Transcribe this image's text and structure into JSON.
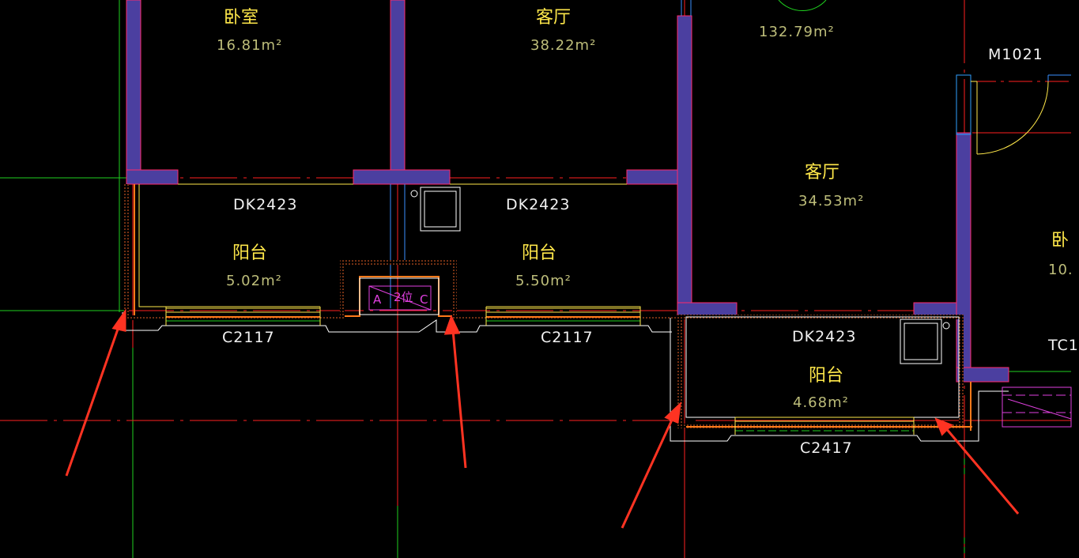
{
  "rooms": {
    "bedroom": {
      "name": "卧室",
      "area": "16.81m²"
    },
    "living_top": {
      "name": "客厅",
      "area": "38.22m²"
    },
    "hall_area_top": {
      "area": "132.79m²"
    },
    "living_right": {
      "name": "客厅",
      "area": "34.53m²"
    },
    "balcony_left": {
      "name": "阳台",
      "area": "5.02m²",
      "code": "DK2423"
    },
    "balcony_mid": {
      "name": "阳台",
      "area": "5.50m²",
      "code": "DK2423"
    },
    "balcony_right": {
      "name": "阳台",
      "area": "4.68m²",
      "code": "DK2423"
    },
    "bedroom_edge": {
      "name": "卧",
      "area": "10."
    }
  },
  "openings": {
    "door": "M1021",
    "window_left": "C2117",
    "window_mid": "C2117",
    "window_right": "C2417",
    "tc_edge": "TC1"
  },
  "ac_unit": {
    "left": "A",
    "center": "2位",
    "right": "C"
  },
  "colors": {
    "background": "#000000",
    "wall_fill": "#4b3fa0",
    "wall_edge": "#ff2a6a",
    "axis_line": "#ff2020",
    "grid_green": "#1fd01f",
    "window_yellow": "#ffe84a",
    "outline_white": "#ffffff",
    "annotation_arrow": "#ff3322",
    "magenta": "#e040e0",
    "orange": "#ff7a1a"
  }
}
